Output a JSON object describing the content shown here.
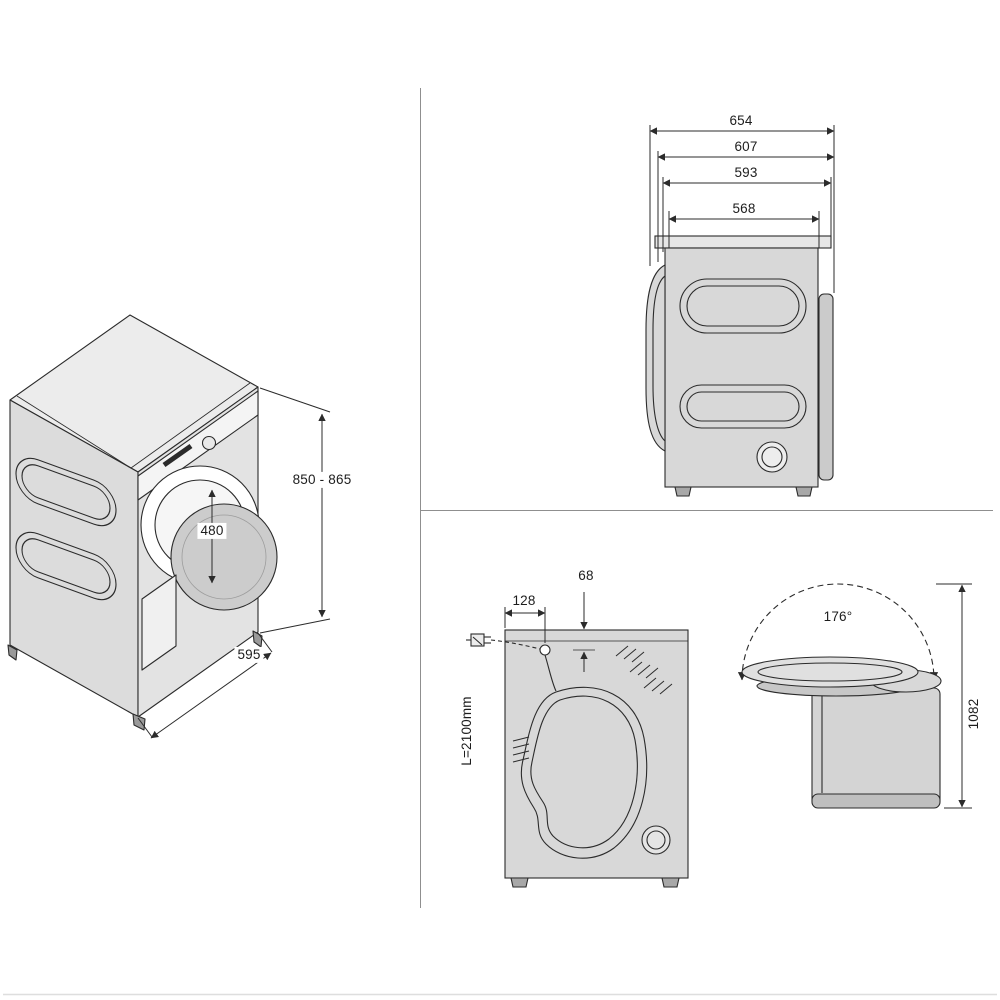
{
  "colors": {
    "line": "#2b2b2b",
    "divider": "#8f8f8f",
    "cabinet_fill": "#d8d8d8",
    "background": "#ffffff"
  },
  "views": {
    "isometric": {
      "height_dim": "850 - 865",
      "door_dim": "480",
      "width_dim": "595"
    },
    "side": {
      "depth_dims": [
        "654",
        "607",
        "593",
        "568"
      ]
    },
    "rear": {
      "top_offset_dim": "68",
      "left_offset_dim": "128",
      "cable_length_dim": "L=2100mm"
    },
    "door_swing": {
      "angle_dim": "176°",
      "height_dim": "1082"
    }
  }
}
